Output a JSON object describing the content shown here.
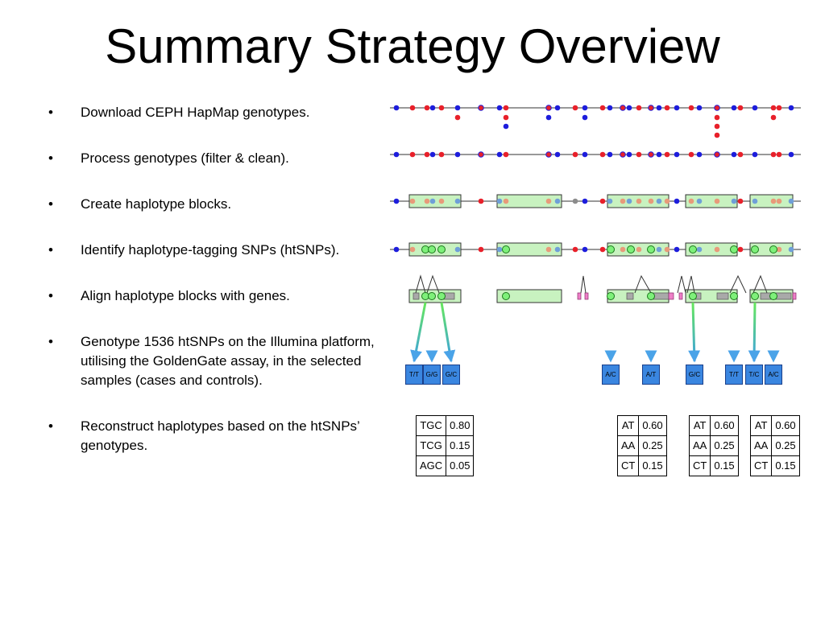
{
  "slide": {
    "title": "Summary Strategy Overview",
    "bullets": [
      {
        "text": "Download CEPH HapMap genotypes."
      },
      {
        "text": "Process genotypes (filter & clean)."
      },
      {
        "text": "Create haplotype blocks."
      },
      {
        "text": "Identify haplotype-tagging SNPs (htSNPs)."
      },
      {
        "text": "Align haplotype blocks with genes."
      },
      {
        "text": "Genotype 1536 htSNPs on the Illumina platform, utilising the GoldenGate assay, in the selected samples (cases and controls)."
      },
      {
        "text": "Reconstruct haplotypes based on the htSNPs’ genotypes."
      }
    ]
  },
  "colors": {
    "red": "#e8202a",
    "blue": "#1d1ddc",
    "block_fill": "#c8f2c0",
    "tag_green": "#3ccc3c",
    "arrow_blue": "#4aa3e8",
    "genotype_box": "#3a86e0",
    "gene_pink": "#ee7fc8",
    "gray": "#8c8c8c"
  },
  "genotypes": [
    "T/T",
    "G/G",
    "G/C",
    "A/C",
    "A/T",
    "G/C",
    "T/T",
    "T/C",
    "A/C"
  ],
  "haplotype_tables": [
    {
      "rows": [
        {
          "hap": "TGC",
          "freq": "0.80"
        },
        {
          "hap": "TCG",
          "freq": "0.15"
        },
        {
          "hap": "AGC",
          "freq": "0.05"
        }
      ]
    },
    {
      "rows": [
        {
          "hap": "AT",
          "freq": "0.60"
        },
        {
          "hap": "AA",
          "freq": "0.25"
        },
        {
          "hap": "CT",
          "freq": "0.15"
        }
      ]
    },
    {
      "rows": [
        {
          "hap": "AT",
          "freq": "0.60"
        },
        {
          "hap": "AA",
          "freq": "0.25"
        },
        {
          "hap": "CT",
          "freq": "0.15"
        }
      ]
    },
    {
      "rows": [
        {
          "hap": "AT",
          "freq": "0.60"
        },
        {
          "hap": "AA",
          "freq": "0.25"
        },
        {
          "hap": "CT",
          "freq": "0.15"
        }
      ]
    }
  ]
}
